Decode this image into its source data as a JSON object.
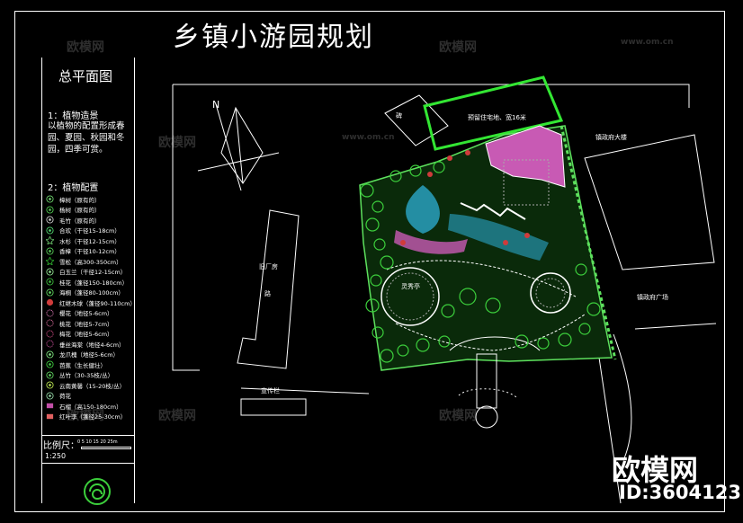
{
  "title": "乡镇小游园规划",
  "panel": {
    "heading": "总平面图",
    "section1_title": "1：植物造景",
    "section1_text": "以植物的配置形成春园、夏园、秋园和冬园，四季可赏。",
    "section2_title": "2：植物配置",
    "legend": [
      {
        "label": "樟树（原有的）",
        "color": "#6dd36d",
        "shape": "tree"
      },
      {
        "label": "杨树（原有的）",
        "color": "#4fc74f",
        "shape": "tree"
      },
      {
        "label": "毛竹（原有的）",
        "color": "#c8c8c8",
        "shape": "bamboo"
      },
      {
        "label": "合欢（干径15-18cm）",
        "color": "#4fd36d",
        "shape": "tree"
      },
      {
        "label": "水杉（干径12-15cm）",
        "color": "#62b562",
        "shape": "star"
      },
      {
        "label": "香樟（干径10-12cm）",
        "color": "#55c855",
        "shape": "tree"
      },
      {
        "label": "雪松（高300-350cm）",
        "color": "#2aa12a",
        "shape": "star"
      },
      {
        "label": "白玉兰（干径12-15cm）",
        "color": "#8fe08f",
        "shape": "tree"
      },
      {
        "label": "桂花（蓬径150-180cm）",
        "color": "#3cb83c",
        "shape": "tree"
      },
      {
        "label": "海桐（蓬径80-100cm）",
        "color": "#5fd35f",
        "shape": "tree"
      },
      {
        "label": "红继木球（蓬径90-110cm）",
        "color": "#d03b3b",
        "shape": "ball"
      },
      {
        "label": "樱花（地径5-6cm）",
        "color": "#e07ab8",
        "shape": "flower"
      },
      {
        "label": "桃花（地径5-7cm）",
        "color": "#e06fa0",
        "shape": "flower"
      },
      {
        "label": "梅花（地径5-6cm）",
        "color": "#d84f8a",
        "shape": "flower"
      },
      {
        "label": "垂丝海棠（地径4-6cm）",
        "color": "#c94f9a",
        "shape": "flower"
      },
      {
        "label": "龙爪槐（地径5-6cm）",
        "color": "#7de07d",
        "shape": "tree"
      },
      {
        "label": "芭蕉（生长健壮）",
        "color": "#3fc93f",
        "shape": "leaf"
      },
      {
        "label": "丛竹（30-35枝/丛）",
        "color": "#5ecf5e",
        "shape": "leaf"
      },
      {
        "label": "云南黄馨（15-20枝/丛）",
        "color": "#b7e04f",
        "shape": "leaf"
      },
      {
        "label": "荷花",
        "color": "#8fd0a0",
        "shape": "leaf"
      },
      {
        "label": "石榴（高150-180cm）",
        "color": "#c24fa8",
        "shape": "square"
      },
      {
        "label": "红叶李（蓬径25-30cm）",
        "color": "#e06060",
        "shape": "square"
      }
    ],
    "scale_label": "比例尺：",
    "scale_ratio": "1:250",
    "scale_ticks": "0 5 10 15 20 25m"
  },
  "plan": {
    "labels": {
      "north": "N",
      "reserve": "预留住宅地、宽16米",
      "building_small": "碑",
      "gov_building": "镇政府大楼",
      "gov_square": "镇政府广场",
      "old_factory": "旧厂房",
      "old_factory_sub": "路",
      "pavilion": "灵秀亭",
      "notice": "宣传栏"
    }
  },
  "watermarks": [
    "欧模网",
    "www.om.cn"
  ],
  "brand": {
    "name": "欧模网",
    "id": "ID:3604123"
  },
  "colors": {
    "background": "#000000",
    "line": "#ffffff",
    "reserve_outline": "#33e633",
    "plaza_pink": "#c85ab4",
    "water": "#2aa7c9",
    "greenery": "#3ccf3c",
    "road_green": "#5de05d"
  }
}
